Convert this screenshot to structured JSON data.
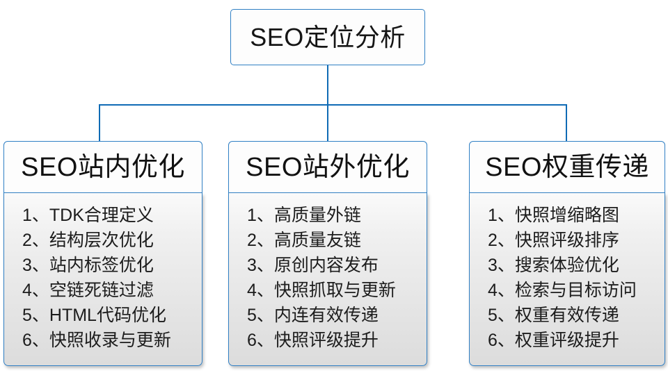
{
  "diagram": {
    "type": "org-chart",
    "root": {
      "label": "SEO定位分析"
    },
    "branches": [
      {
        "header": "SEO站内优化",
        "items": [
          {
            "index": "1、",
            "label": "TDK合理定义"
          },
          {
            "index": "2、",
            "label": "结构层次优化"
          },
          {
            "index": "3、",
            "label": "站内标签优化"
          },
          {
            "index": "4、",
            "label": "空链死链过滤"
          },
          {
            "index": "5、",
            "label": "HTML代码优化"
          },
          {
            "index": "6、",
            "label": "快照收录与更新"
          }
        ]
      },
      {
        "header": "SEO站外优化",
        "items": [
          {
            "index": "1、",
            "label": "高质量外链"
          },
          {
            "index": "2、",
            "label": "高质量友链"
          },
          {
            "index": "3、",
            "label": "原创内容发布"
          },
          {
            "index": "4、",
            "label": "快照抓取与更新"
          },
          {
            "index": "5、",
            "label": "内连有效传递"
          },
          {
            "index": "6、",
            "label": "快照评级提升"
          }
        ]
      },
      {
        "header": "SEO权重传递",
        "items": [
          {
            "index": "1、",
            "label": "快照增缩略图"
          },
          {
            "index": "2、",
            "label": "快照评级排序"
          },
          {
            "index": "3、",
            "label": "搜索体验优化"
          },
          {
            "index": "4、",
            "label": "检索与目标访问"
          },
          {
            "index": "5、",
            "label": "权重有效传递"
          },
          {
            "index": "6、",
            "label": "权重评级提升"
          }
        ]
      }
    ],
    "colors": {
      "border": "#2f7fc4",
      "connector": "#0f6bb5",
      "panel_top": "#fafafa",
      "panel_bottom": "#dcdcdc",
      "text": "#1c1c1c",
      "background": "#ffffff"
    }
  }
}
